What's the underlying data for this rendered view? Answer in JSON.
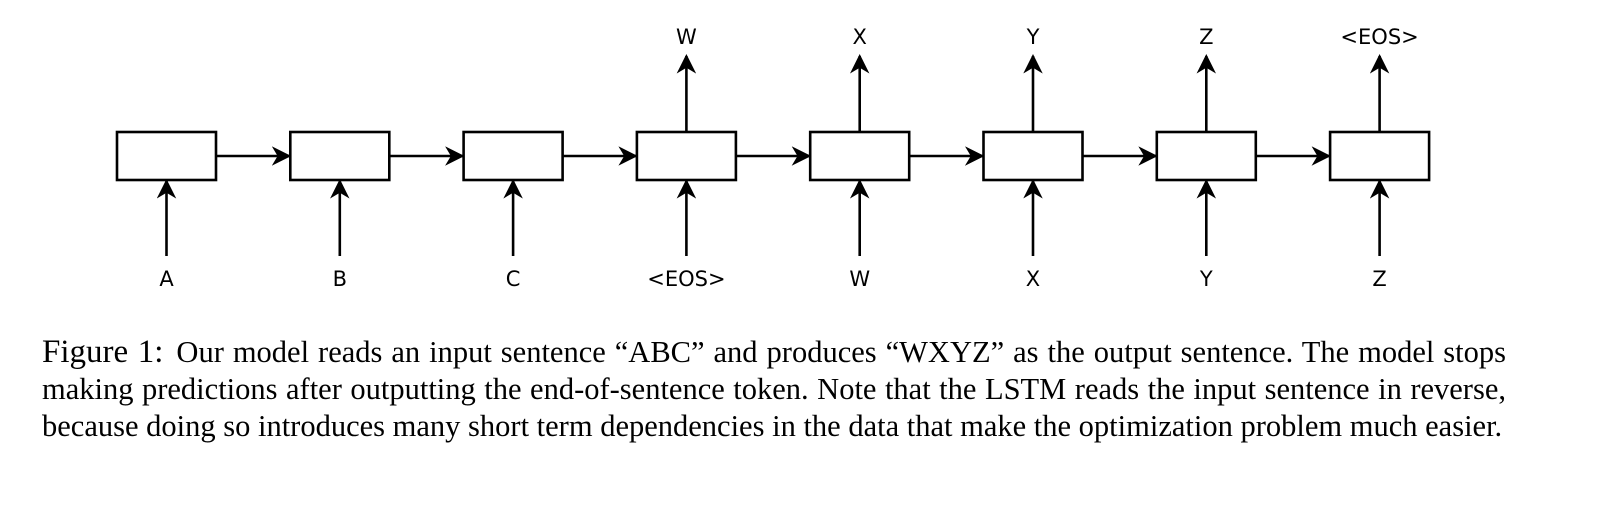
{
  "figure": {
    "cells": [
      {
        "input": "A",
        "output": null
      },
      {
        "input": "B",
        "output": null
      },
      {
        "input": "C",
        "output": null
      },
      {
        "input": "<EOS>",
        "output": "W"
      },
      {
        "input": "W",
        "output": "X"
      },
      {
        "input": "X",
        "output": "Y"
      },
      {
        "input": "Y",
        "output": "Z"
      },
      {
        "input": "Z",
        "output": "<EOS>"
      }
    ],
    "stroke_color": "#000000"
  },
  "caption": {
    "label": "Figure 1:",
    "text": "Our model reads an input sentence “ABC” and produces “WXYZ” as the output sentence.  The model stops making predictions after outputting the end-of-sentence token.  Note that the LSTM reads the input sentence in reverse, because doing so introduces many short term dependencies in the data that make the optimization problem much easier."
  }
}
